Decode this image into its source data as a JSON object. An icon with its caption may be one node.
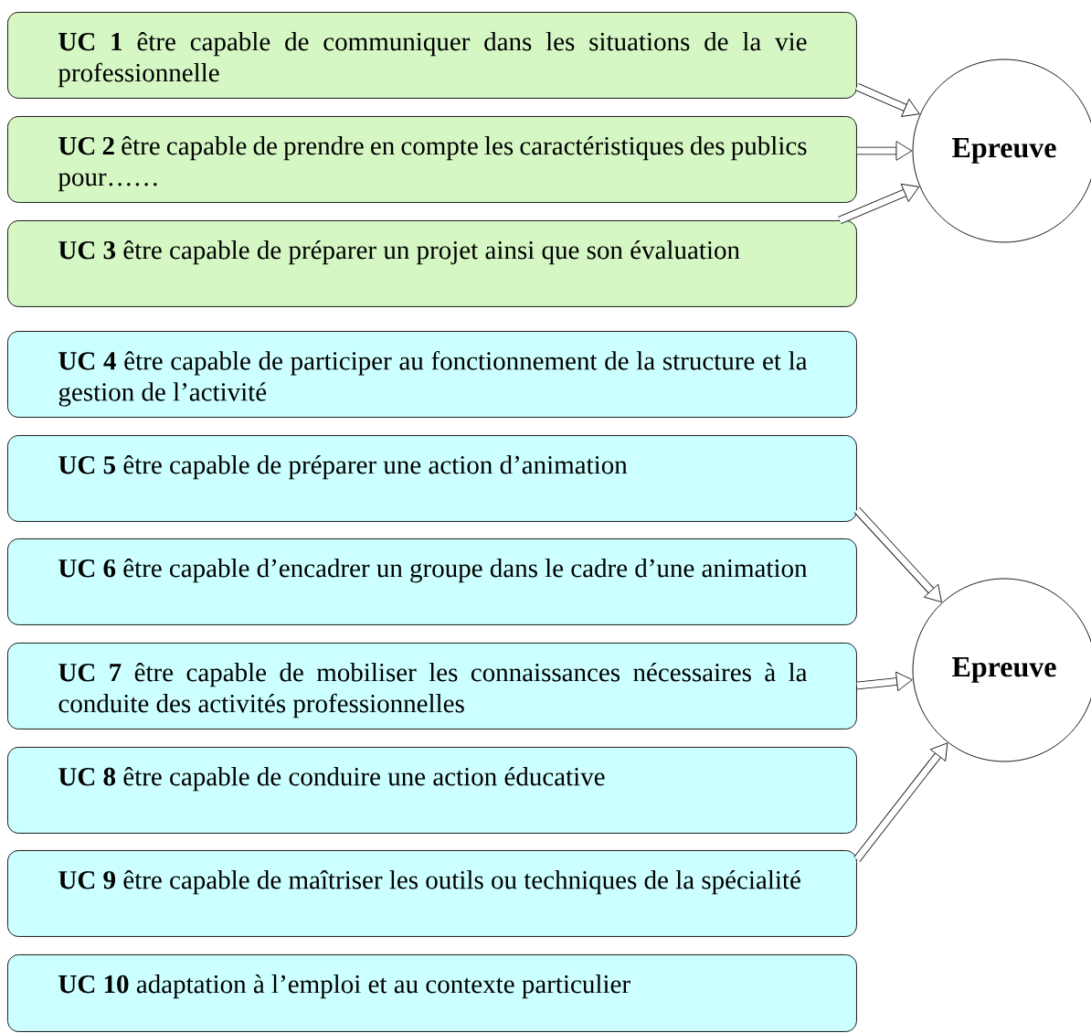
{
  "diagram": {
    "nodes": [
      {
        "text": [
          "**UC 1** être capable de communiquer dans les situations de la vie professionnelle"
        ]
      },
      {
        "text": [
          "**UC 2** être capable de prendre en compte les caractéristiques des publics pour……"
        ]
      },
      {
        "text": [
          "**UC 3** être capable de préparer un projet ainsi que son évaluation"
        ]
      },
      {
        "text": [
          "**UC 4** être capable de participer au fonctionnement de la structure et la gestion de l’activité"
        ]
      },
      {
        "text": [
          "**UC 5** être capable de préparer une action d’animation"
        ]
      },
      {
        "text": [
          "**UC 6** être capable d’encadrer un groupe dans le cadre d’une animation"
        ]
      },
      {
        "text": [
          "**UC 7** être capable de mobiliser les connaissances nécessaires à la conduite des activités professionnelles"
        ]
      },
      {
        "text": [
          "**UC 8** être capable de conduire une action éducative"
        ]
      },
      {
        "text": [
          "**UC 9** être capable de maîtriser les outils ou techniques de la spécialité"
        ]
      },
      {
        "text": [
          "**UC 10** adaptation à l’emploi et au contexte particulier"
        ]
      },
      {
        "text": [
          "Epreuve"
        ]
      },
      {
        "text": [
          "Epreuve"
        ]
      }
    ],
    "edges": [
      {
        "from": 0,
        "to": 10,
        "arrow": "to"
      },
      {
        "from": 1,
        "to": 10,
        "arrow": "to"
      },
      {
        "from": 2,
        "to": 10,
        "arrow": "to"
      },
      {
        "from": 4,
        "to": 11,
        "arrow": "to"
      },
      {
        "from": 6,
        "to": 11,
        "arrow": "to"
      },
      {
        "from": 8,
        "to": 11,
        "arrow": "to"
      }
    ]
  }
}
